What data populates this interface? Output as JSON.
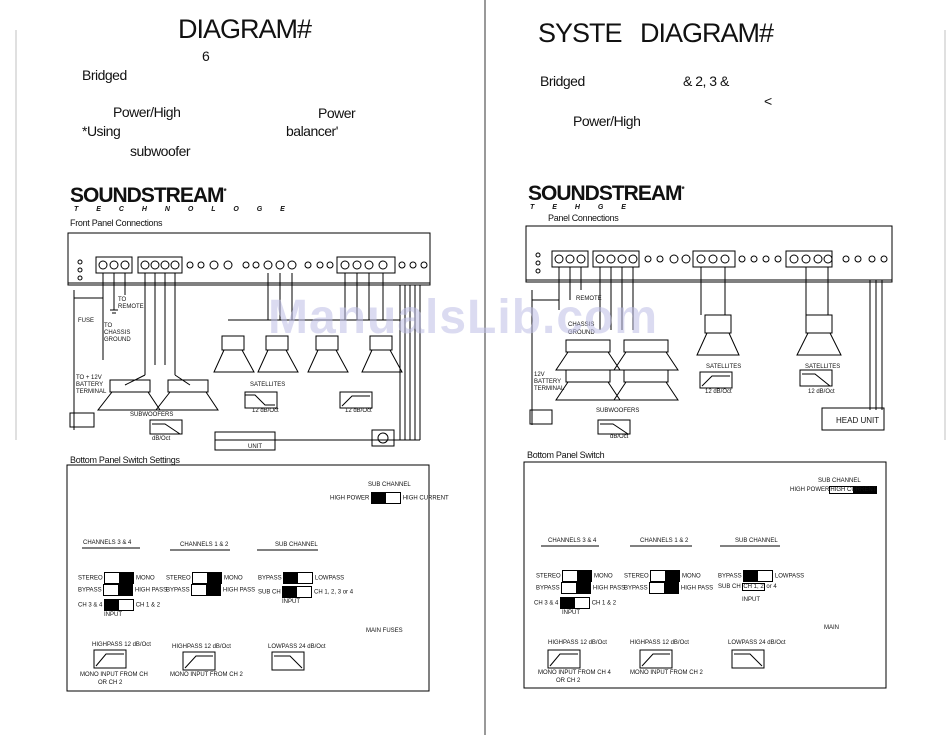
{
  "left": {
    "title": "DIAGRAM#",
    "number": "6",
    "bridged": "Bridged",
    "power_high": "Power/High",
    "power": "Power",
    "using": "*Using",
    "balancer": "balancer'",
    "subwoofer": "subwoofer",
    "logo_bold": "SOUNDSTREAM",
    "logo_mark": "*",
    "tagline": "T E C H N O L O G E",
    "front_panel": "Front  Panel  Connections",
    "remote": "TO REMOTE",
    "fuse": "FUSE",
    "chassis": "TO CHASSIS GROUND",
    "battery": "TO + 12V BATTERY TERMINAL",
    "satellites": "SATELLITES",
    "subwoofers": "SUBWOOFERS",
    "slope1": "12 dB/Oct",
    "slope2": "12 dB/Oct",
    "slope3": "dB/Oct",
    "unit": "UNIT",
    "bottom_panel": "Bottom Panel  Switch  Settings",
    "sub_channel": "SUB CHANNEL",
    "high_power": "HIGH POWER",
    "high_current": "HIGH CURRENT",
    "ch34": "CHANNELS 3 & 4",
    "ch12": "CHANNELS 1 & 2",
    "subch": "SUB CHANNEL",
    "stereo": "STEREO",
    "mono": "MONO",
    "bypass": "BYPASS",
    "highpass": "HIGH PASS",
    "lowpass": "LOWPASS",
    "ch34b": "CH 3 & 4",
    "ch12b": "CH 1 & 2",
    "input": "INPUT",
    "subch_short": "SUB CH",
    "ch1234": "CH 1, 2, 3 or 4",
    "main_fuses": "MAIN FUSES",
    "hp12": "HIGHPASS  12 dB/Oct",
    "hp12b": "HIGHPASS  12 dB/Oct",
    "lp24": "LOWPASS   24 dB/Oct",
    "mono_input": "MONO INPUT FROM CH",
    "or_ch2": "OR CH 2",
    "mono_ch2": "MONO  INPUT FROM CH 2"
  },
  "right": {
    "title_a": "SYSTE",
    "title_b": "DIAGRAM#",
    "bridged": "Bridged",
    "ch": "& 2, 3 &",
    "lt": "<",
    "power_high": "Power/High",
    "logo_bold": "SOUNDSTREAM",
    "logo_mark": "*",
    "tagline": "T E  H  G E",
    "panel": "Panel Connections",
    "remote": "REMOTE",
    "chassis": "CHASSIS",
    "ground": "GROUND",
    "battery": "12V BATTERY TERMINAL",
    "satellites1": "SATELLITES",
    "satellites2": "SATELLITES",
    "subwoofers": "SUBWOOFERS",
    "slope1": "12 dB/Oct",
    "slope2": "12 dB/Oct",
    "slope3": "dB/Oct",
    "head_unit": "HEAD UNIT",
    "bottom_panel": "Bottom Panel Switch",
    "sub_channel": "SUB CHANNEL",
    "high_power": "HIGH POWER",
    "high_current": "HIGH CURRENT",
    "ch34": "CHANNELS 3 & 4",
    "ch12": "CHANNELS 1 & 2",
    "subch": "SUB CHANNEL",
    "stereo": "STEREO",
    "mono": "MONO",
    "bypass": "BYPASS",
    "highpass": "HIGH PASS",
    "lowpass": "LOWPASS",
    "ch34b": "CH 3 & 4",
    "ch12b": "CH 1 & 2",
    "input": "INPUT",
    "subch_short": "SUB CH",
    "ch12x": "CH 1, 2",
    "or4": "or 4",
    "main": "MAIN",
    "hp12": "HIGHPASS  12 dB/Oct",
    "hp12b": "HIGHPASS  12 dB/Oct",
    "lp24": "LOWPASS  24 dB/Oct",
    "mono_ch4": "MONO  INPUT FROM CH 4",
    "or_ch2": "OR CH 2",
    "mono_ch2": "MONO  INPUT FROM CH 2"
  },
  "watermark": "ManualsLib.com"
}
